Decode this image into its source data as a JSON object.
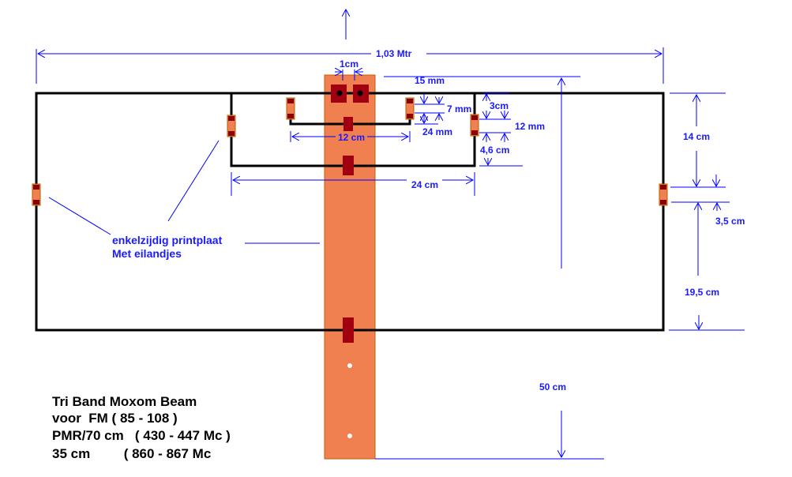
{
  "dimensions": {
    "total_width": "1,03 Mtr",
    "gap_1cm": "1cm",
    "d15mm": "15 mm",
    "d7mm": "7 mm",
    "d24mm": "24 mm",
    "d12cm": "12 cm",
    "d3cm": "3cm",
    "d12mm": "12 mm",
    "d46cm": "4,6 cm",
    "d24cm": "24 cm",
    "d14cm": "14 cm",
    "d35cm": "3,5 cm",
    "d195cm": "19,5 cm",
    "d50cm": "50 cm"
  },
  "annotation": {
    "line1": "enkelzijdig printplaat",
    "line2": "Met eilandjes"
  },
  "title": {
    "line1": "Tri Band Moxom Beam",
    "line2": "voor  FM ( 85 - 108 )",
    "line3": "PMR/70 cm   ( 430 - 447 Mc )",
    "line4": "35 cm         ( 860 - 867 Mc"
  },
  "colors": {
    "boom": "#f08050",
    "element": "#000000",
    "dimension": "#0000ff",
    "pad": "#a00010"
  }
}
